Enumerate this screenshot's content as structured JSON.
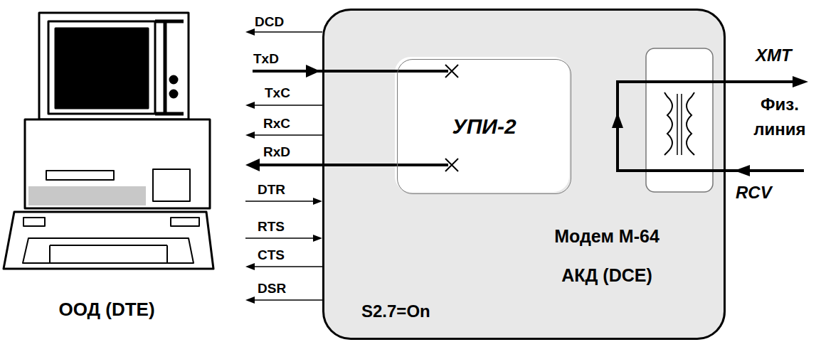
{
  "diagram": {
    "nodes": [
      {
        "text": [
          "ООД (DTE)"
        ]
      },
      {
        "text": [
          "Модем М-64 АКД (DCE)"
        ]
      },
      {
        "text": [
          "УПИ-2"
        ],
        "in": 1
      }
    ],
    "labels": [
      "DCD",
      "TxD",
      "TxC",
      "RxC",
      "RxD",
      "DTR",
      "RTS",
      "CTS",
      "DSR",
      "S2.7=On",
      "XMT",
      "Физ. линия",
      "RCV"
    ]
  }
}
